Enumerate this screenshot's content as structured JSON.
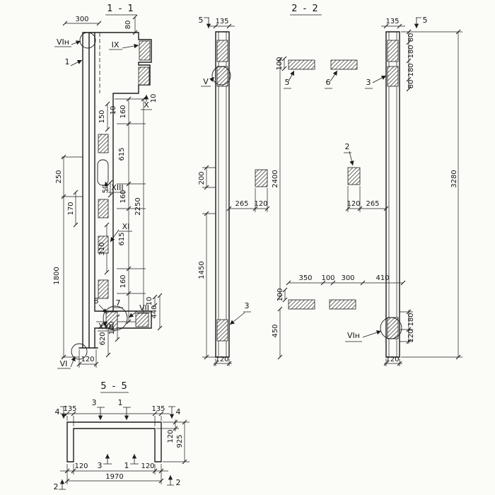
{
  "sheet": {
    "background": "#fbfbf8",
    "line_color": "#1c1c1c"
  },
  "s11": {
    "title": "1 - 1",
    "marks": {
      "vi_top": "VIн",
      "ix": "IX",
      "part1": "1",
      "x": "X",
      "xiii": "XIII",
      "xi": "XI",
      "vii": "VII",
      "xvn": "XVн",
      "vi_bot": "VI",
      "part7": "7",
      "part8": "8"
    },
    "dims": {
      "d300": "300",
      "d80": "80",
      "d10a": "10",
      "d150": "150",
      "d10b": "10",
      "d160a": "160",
      "d615a": "615",
      "d160b": "160",
      "d615b": "615",
      "d160c": "160",
      "d2250": "2250",
      "d250": "250",
      "d170": "170",
      "d50": "50",
      "d310": "310",
      "d1800": "1800",
      "d10c": "10",
      "d440": "440",
      "d180": "180",
      "d620": "620",
      "d120": "120"
    }
  },
  "s22": {
    "title": "2 - 2",
    "marks": {
      "cut5l": "5",
      "cut5r": "5",
      "v": "V",
      "part5": "5",
      "part6": "6",
      "part3t": "3",
      "part2": "2",
      "part3b": "3",
      "vin": "VIн"
    },
    "dims": {
      "d135l": "135",
      "d135r": "135",
      "d80a": "80",
      "d180a": "180",
      "d180b": "180",
      "d80b": "80",
      "d100t": "100",
      "d200": "200",
      "d2400": "2400",
      "d3280": "3280",
      "d1450": "1450",
      "d265l": "265",
      "d120l": "120",
      "d120r": "120",
      "d265r": "265",
      "d350": "350",
      "d100m": "100",
      "d300": "300",
      "d410": "410",
      "d100b": "100",
      "d450": "450",
      "d180r": "180",
      "d120rb": "120",
      "d120cl": "120",
      "d120cr": "120"
    }
  },
  "s55": {
    "title": "5 - 5",
    "marks": {
      "cut4l": "4",
      "cut4r": "4",
      "cut2l": "2",
      "cut2r": "2",
      "part3t": "3",
      "part1t": "1",
      "part3b": "3",
      "part1b": "1"
    },
    "dims": {
      "d135l": "135",
      "d135r": "135",
      "d120t": "120",
      "d925": "925",
      "d120bl": "120",
      "d120br": "120",
      "d1970": "1970"
    }
  }
}
